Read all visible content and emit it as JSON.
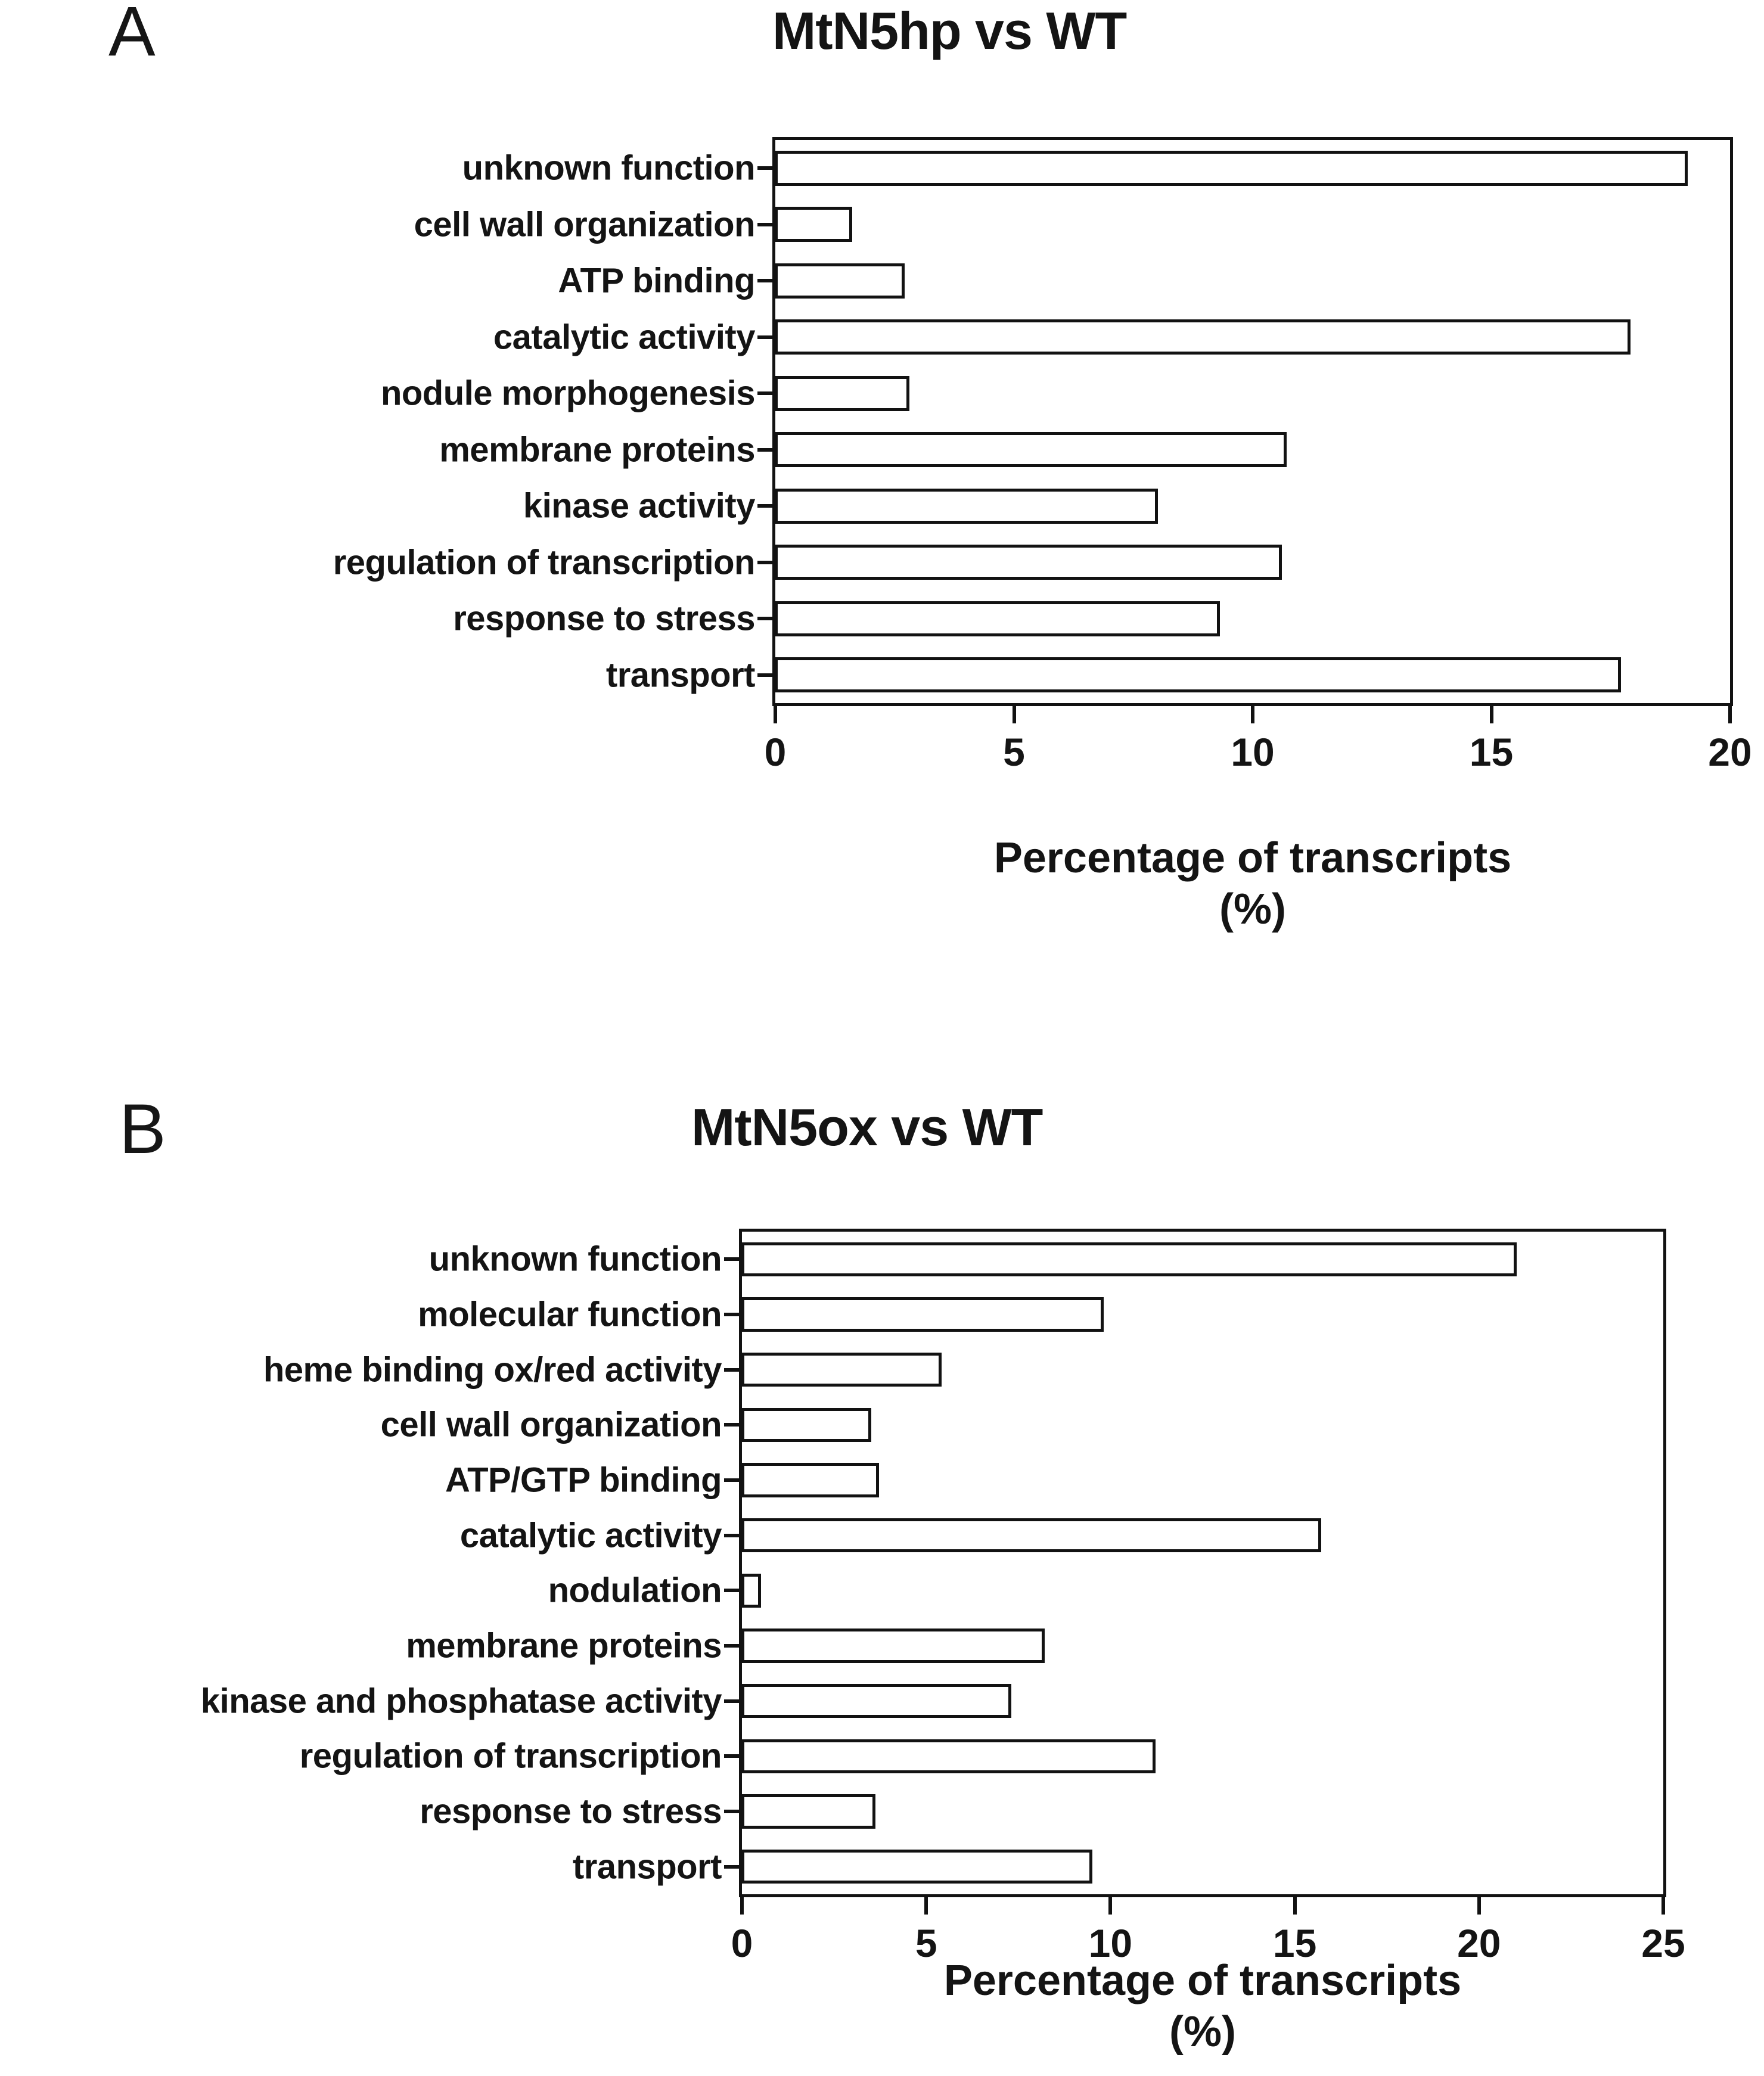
{
  "figure": {
    "panels": [
      {
        "letter": "A",
        "title": "MtN5hp vs WT",
        "xlabel": "Percentage of transcripts",
        "xunit": "(%)"
      },
      {
        "letter": "B",
        "title": "MtN5ox vs WT",
        "xlabel": "Percentage of transcripts",
        "xunit": "(%)"
      }
    ]
  },
  "chart_data": [
    {
      "type": "bar",
      "orientation": "horizontal",
      "panel": "A",
      "title": "MtN5hp vs WT",
      "xlabel": "Percentage of transcripts (%)",
      "ylabel": "",
      "xlim": [
        0,
        20
      ],
      "xticks": [
        "0",
        "5",
        "10",
        "15",
        "20"
      ],
      "xtick_values": [
        0,
        5,
        10,
        15,
        20
      ],
      "grid": false,
      "legend": null,
      "categories": [
        "unknown function",
        "cell wall organization",
        "ATP binding",
        "catalytic activity",
        "nodule morphogenesis",
        "membrane proteins",
        "kinase activity",
        "regulation of transcription",
        "response to stress",
        "transport"
      ],
      "values": [
        19.1,
        1.6,
        2.7,
        17.9,
        2.8,
        10.7,
        8.0,
        10.6,
        9.3,
        17.7
      ]
    },
    {
      "type": "bar",
      "orientation": "horizontal",
      "panel": "B",
      "title": "MtN5ox vs WT",
      "xlabel": "Percentage of transcripts (%)",
      "ylabel": "",
      "xlim": [
        0,
        25
      ],
      "xticks": [
        "0",
        "5",
        "10",
        "15",
        "20",
        "25"
      ],
      "xtick_values": [
        0,
        5,
        10,
        15,
        20,
        25
      ],
      "grid": false,
      "legend": null,
      "categories": [
        "unknown function",
        "molecular function",
        "heme binding ox/red activity",
        "cell wall organization",
        "ATP/GTP binding",
        "catalytic activity",
        "nodulation",
        "membrane proteins",
        "kinase and phosphatase activity",
        "regulation of transcription",
        "response to stress",
        "transport"
      ],
      "values": [
        21.0,
        9.8,
        5.4,
        3.5,
        3.7,
        15.7,
        0.5,
        8.2,
        7.3,
        11.2,
        3.6,
        9.5
      ]
    }
  ],
  "colors": {
    "ink": "#121212",
    "background": "#ffffff",
    "bar_fill": "#ffffff",
    "bar_stroke": "#121212"
  }
}
